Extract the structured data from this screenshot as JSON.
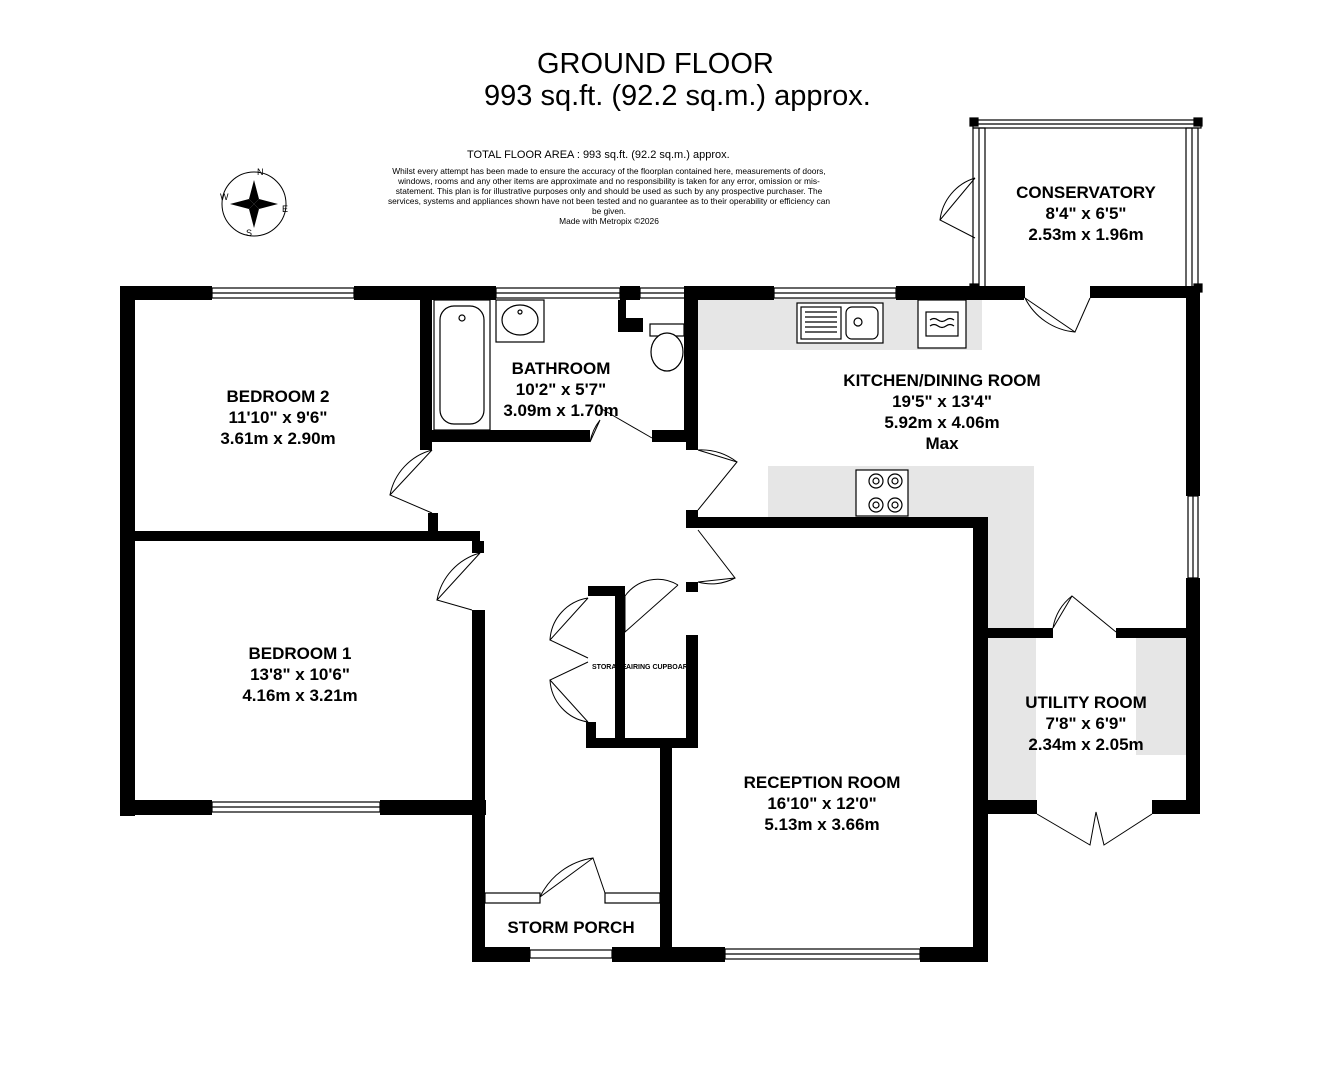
{
  "header": {
    "title": "GROUND FLOOR",
    "area": "993 sq.ft. (92.2 sq.m.) approx.",
    "total_area": "TOTAL FLOOR AREA : 993 sq.ft. (92.2 sq.m.) approx.",
    "disclaimer": "Whilst every attempt has been made to ensure the accuracy of the floorplan contained here, measurements of doors, windows, rooms and any other items are approximate and no responsibility is taken for any error, omission or mis-statement. This plan is for illustrative purposes only and should be used as such by any prospective purchaser. The services, systems and appliances shown have not been tested and no guarantee as to their operability or efficiency can be given.",
    "credit": "Made with Metropix ©2026"
  },
  "compass": {
    "n": "N",
    "e": "E",
    "s": "S",
    "w": "W"
  },
  "rooms": {
    "bedroom2": {
      "name": "BEDROOM 2",
      "imperial": "11'10\"  x 9'6\"",
      "metric": "3.61m  x 2.90m"
    },
    "bathroom": {
      "name": "BATHROOM",
      "imperial": "10'2\"  x 5'7\"",
      "metric": "3.09m  x 1.70m"
    },
    "kitchen": {
      "name": "KITCHEN/DINING ROOM",
      "imperial": "19'5\"  x 13'4\"",
      "metric": "5.92m  x 4.06m",
      "note": "Max"
    },
    "conservatory": {
      "name": "CONSERVATORY",
      "imperial": "8'4\"  x 6'5\"",
      "metric": "2.53m  x 1.96m"
    },
    "bedroom1": {
      "name": "BEDROOM 1",
      "imperial": "13'8\"  x 10'6\"",
      "metric": "4.16m  x 3.21m"
    },
    "reception": {
      "name": "RECEPTION ROOM",
      "imperial": "16'10\"  x 12'0\"",
      "metric": "5.13m  x 3.66m"
    },
    "utility": {
      "name": "UTILITY ROOM",
      "imperial": "7'8\"  x 6'9\"",
      "metric": "2.34m  x 2.05m"
    },
    "porch": {
      "name": "STORM PORCH"
    },
    "storage": {
      "name": "STORAGE"
    },
    "airing": {
      "name": "AIRING CUPBOARD"
    }
  },
  "colors": {
    "wall": "#000000",
    "fixture": "#e6e6e6",
    "background": "#ffffff"
  }
}
